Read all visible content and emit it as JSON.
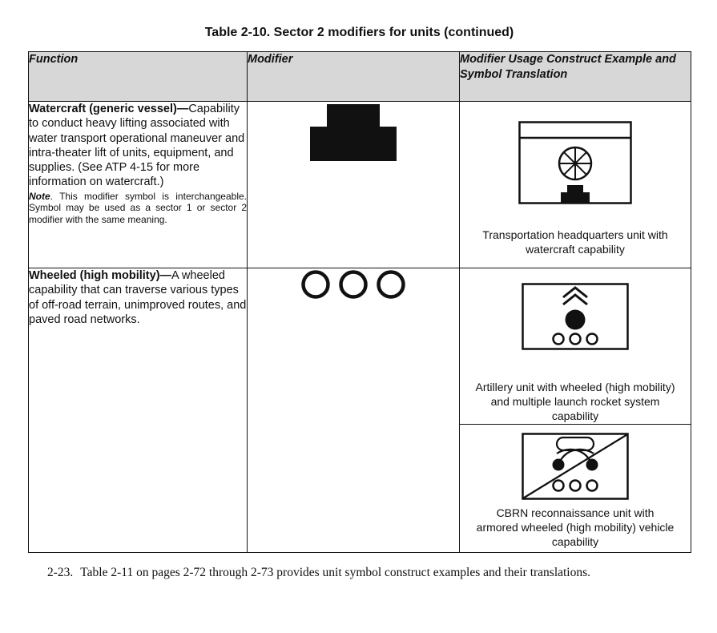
{
  "page": {
    "title": "Table 2-10. Sector 2 modifiers for units (continued)",
    "footnote": {
      "para_number": "2-23.",
      "para_text": "Table 2-11 on pages 2-72 through 2-73 provides unit symbol construct examples and their translations."
    }
  },
  "table": {
    "headers": [
      "Function",
      "Modifier",
      "Modifier Usage Construct Example and Symbol Translation"
    ],
    "rows": [
      {
        "function_title": "Watercraft (generic vessel)—",
        "function_body": "Capability to conduct heavy lifting associated with water transport operational maneuver and intra-theater lift of units,  equipment, and supplies. (See ATP 4-15 for more information on watercraft.)",
        "note_label": "Note",
        "note_body": ".  This modifier symbol is interchangeable. Symbol may be used as a sector 1 or sector 2 modifier with the same meaning.",
        "modifier_icon": "watercraft-modifier-icon",
        "examples": [
          {
            "icon": "transportation-hq-watercraft-symbol-icon",
            "caption": "Transportation headquarters unit with watercraft capability"
          }
        ]
      },
      {
        "function_title": "Wheeled (high mobility)—",
        "function_body": "A wheeled capability that can traverse various types of off-road terrain, unimproved routes, and paved road networks.",
        "modifier_icon": "wheeled-modifier-icon",
        "examples": [
          {
            "icon": "artillery-mlrs-wheeled-symbol-icon",
            "caption": "Artillery unit with wheeled (high mobility) and multiple launch rocket system capability"
          },
          {
            "icon": "cbrn-recon-wheeled-symbol-icon",
            "caption": "CBRN reconnaissance unit with armored wheeled (high mobility) vehicle capability"
          }
        ]
      }
    ]
  },
  "colors": {
    "header_bg": "#d7d7d7",
    "ink": "#111111"
  }
}
